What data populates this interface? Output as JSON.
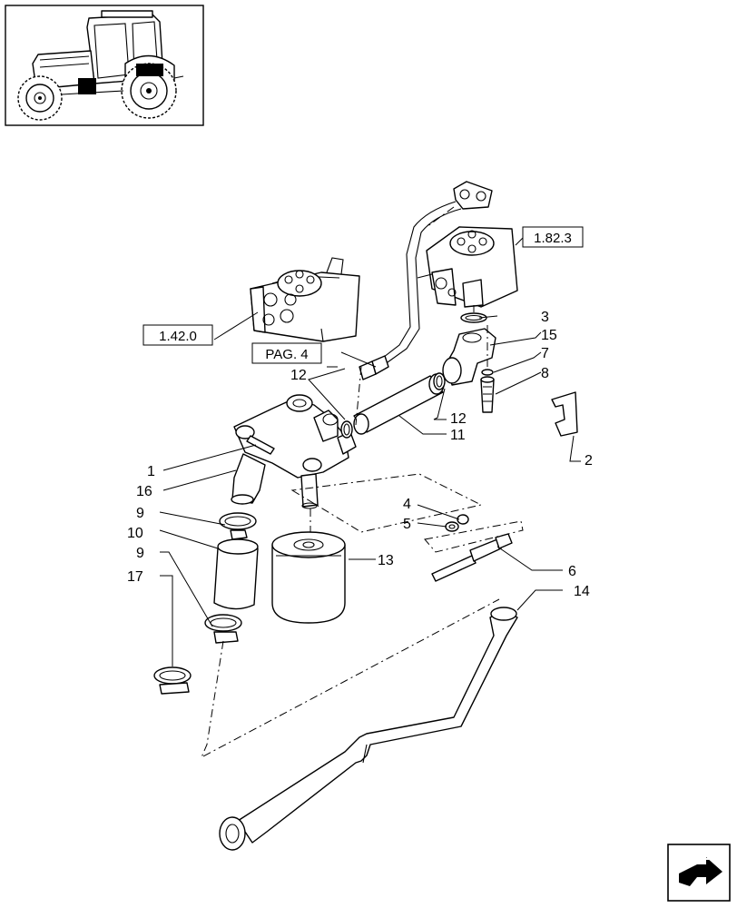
{
  "callouts": {
    "c1": "1",
    "c2": "2",
    "c3": "3",
    "c4": "4",
    "c5": "5",
    "c6": "6",
    "c7": "7",
    "c8": "8",
    "c9a": "9",
    "c9b": "9",
    "c10": "10",
    "c11": "11",
    "c12a": "12",
    "c12b": "12",
    "c13": "13",
    "c14": "14",
    "c15": "15",
    "c16": "16",
    "c17": "17"
  },
  "refs": {
    "r1": "1.82.3",
    "r2": "1.42.0",
    "r3": "PAG. 4"
  },
  "icons": {
    "thumbnail": "tractor-icon",
    "nav": "next-page-arrow-icon"
  }
}
